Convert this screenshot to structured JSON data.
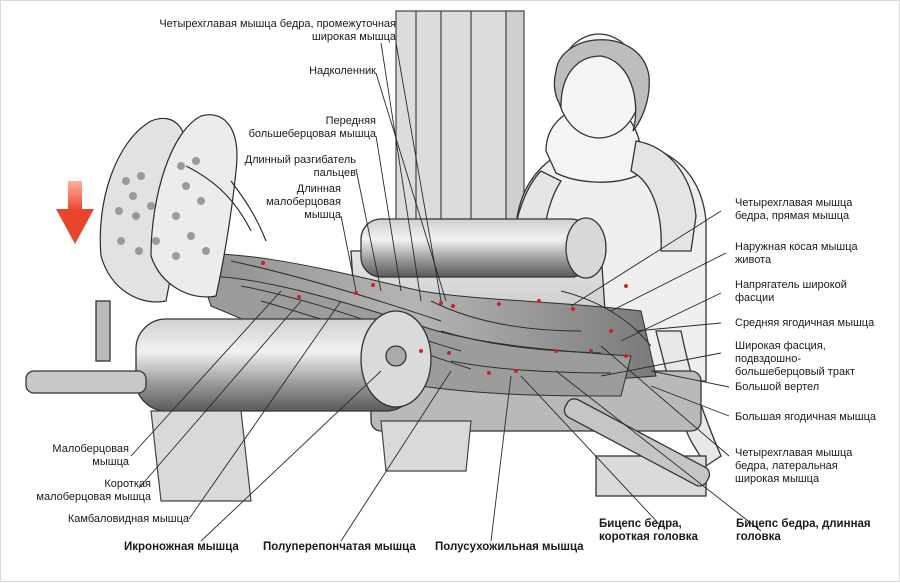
{
  "diagram": {
    "labels": {
      "quad_intermedius": "Четырехглавая мышца бедра, промежуточная\nширокая мышца",
      "patella": "Надколенник",
      "tibialis_anterior": "Передняя\nбольшеберцовая мышца",
      "ext_digitorum": "Длинный разгибатель\nпальцев",
      "peroneus_longus": "Длинная\nмалоберцовая\nмышца",
      "rectus_femoris": "Четырехглавая мышца\nбедра, прямая мышца",
      "ext_oblique": "Наружная косая мышца\nживота",
      "tfl": "Напрягатель широкой\nфасции",
      "glute_med": "Средняя ягодичная мышца",
      "it_band": "Широкая фасция,\nподвздошно-\nбольшеберцовый тракт",
      "great_trochanter": "Большой вертел",
      "glute_max": "Большая ягодичная мышца",
      "vastus_lateralis": "Четырехглавая мышца\nбедра, латеральная\nширокая мышца",
      "peroneus": "Малоберцовая\nмышца",
      "peroneus_brevis": "Короткая\nмалоберцовая мышца",
      "soleus": "Камбаловидная мышца",
      "gastrocnemius": "Икроножная мышца",
      "semimembranosus": "Полуперепончатая мышца",
      "semitendinosus": "Полусухожильная мышца",
      "biceps_short": "Бицепс бедра,\nкороткая головка",
      "biceps_long": "Бицепс бедра, длинная\nголовка"
    },
    "colors": {
      "arrow": "#e8452a",
      "marker": "#d0202a",
      "line": "#2a2a2a"
    },
    "icons": {
      "direction": "down-arrow-icon"
    }
  }
}
